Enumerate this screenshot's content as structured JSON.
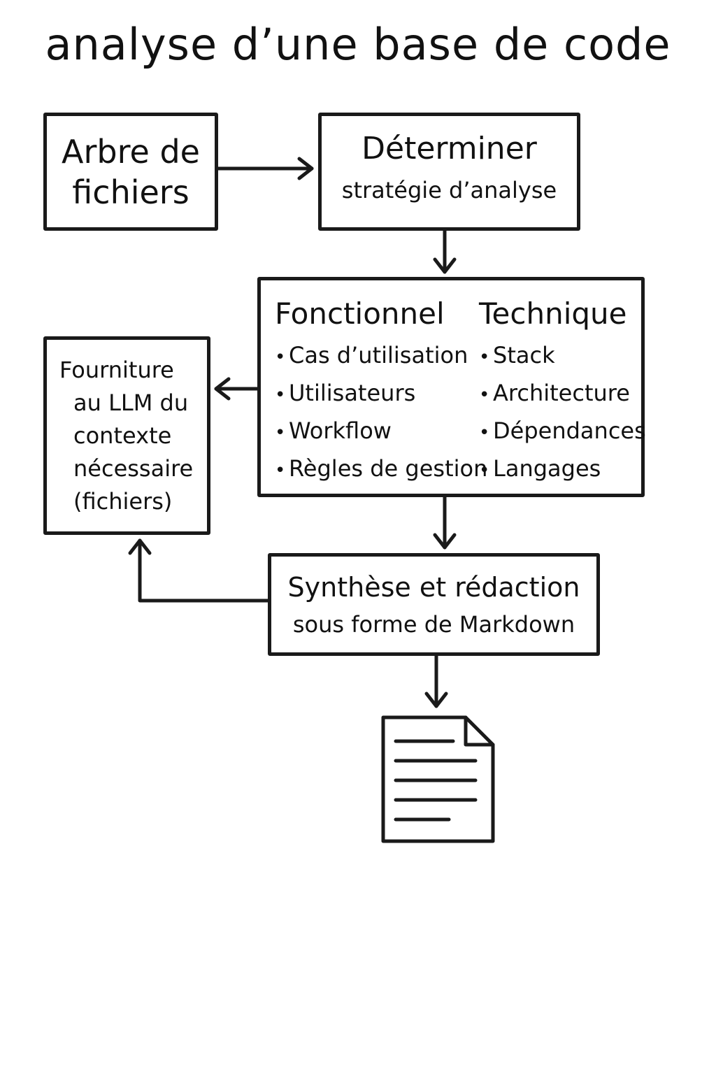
{
  "title": "analyse d’une base de code",
  "nodes": {
    "file_tree": {
      "line1": "Arbre de",
      "line2": "fichiers"
    },
    "strategy": {
      "line1": "Déterminer",
      "line2": "stratégie d’analyse"
    },
    "analysis": {
      "functional": {
        "heading": "Fonctionnel",
        "items": [
          "Cas d’utilisation",
          "Utilisateurs",
          "Workflow",
          "Règles de gestion"
        ]
      },
      "technical": {
        "heading": "Technique",
        "items": [
          "Stack",
          "Architecture",
          "Dépendances",
          "Langages"
        ]
      }
    },
    "context": {
      "lines": [
        "Fourniture",
        "au LLM du",
        "contexte",
        "nécessaire",
        "(fichiers)"
      ]
    },
    "synthesis": {
      "line1": "Synthèse et rédaction",
      "line2": "sous forme de Markdown"
    }
  },
  "output_icon": "document-icon",
  "colors": {
    "stroke": "#1a1a1a",
    "background": "#ffffff"
  }
}
